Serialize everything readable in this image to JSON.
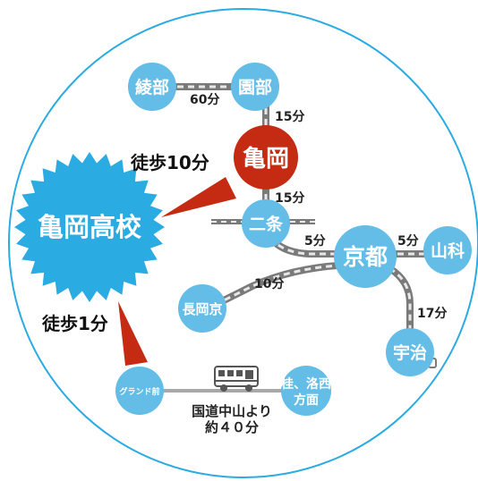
{
  "colors": {
    "station": "#63bde6",
    "home_station": "#c52a12",
    "school_burst": "#2aabe2",
    "walk_pointer": "#c52a12",
    "circle_outline": "#2aabe2",
    "rail_dark": "#7a7a7a",
    "rail_light": "#e8e8e8",
    "road": "#a8a8a8"
  },
  "school": {
    "name": "亀岡高校"
  },
  "walks": [
    {
      "id": "walk-to-kameoka",
      "text": "徒歩10分"
    },
    {
      "id": "walk-to-ground",
      "text": "徒歩1分"
    }
  ],
  "stations": [
    {
      "id": "ayabe",
      "name": "綾部"
    },
    {
      "id": "sonobe",
      "name": "園部"
    },
    {
      "id": "kameoka",
      "name": "亀岡"
    },
    {
      "id": "nijo",
      "name": "二条"
    },
    {
      "id": "kyoto",
      "name": "京都"
    },
    {
      "id": "yamashina",
      "name": "山科"
    },
    {
      "id": "nagaokakyo",
      "name": "長岡京"
    },
    {
      "id": "uji",
      "name": "宇治"
    },
    {
      "id": "grand",
      "name": "グランド前"
    },
    {
      "id": "katsura",
      "name_lines": [
        "桂、洛西",
        "方面"
      ]
    }
  ],
  "times": [
    {
      "id": "ayabe-sonobe",
      "text": "60分"
    },
    {
      "id": "sonobe-kameoka",
      "text": "15分"
    },
    {
      "id": "kameoka-nijo",
      "text": "15分"
    },
    {
      "id": "nijo-kyoto",
      "text": "5分"
    },
    {
      "id": "kyoto-yamashina",
      "text": "5分"
    },
    {
      "id": "kyoto-nagaokakyo",
      "text": "10分"
    },
    {
      "id": "kyoto-uji",
      "text": "17分"
    }
  ],
  "bus": {
    "icon": "bus-icon",
    "route_lines": [
      "国道中山より",
      "約４０分"
    ]
  }
}
